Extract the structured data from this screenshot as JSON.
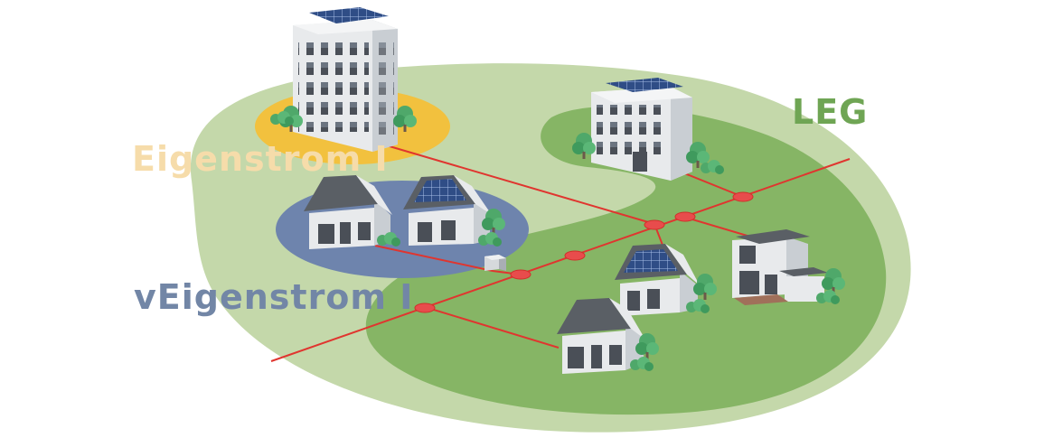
{
  "labels": {
    "eigenstrom": "Eigenstrom I",
    "veigenstrom": "vEigenstrom I",
    "leg": "LEG"
  },
  "colors": {
    "eigenstrom": "#f6dcaa",
    "veigenstrom": "#7286a6",
    "leg": "#6fa554",
    "outer_area": "#c4d8aa",
    "inner_area": "#86b565",
    "eigenstrom_zone": "#f2c13e",
    "veigenstrom_zone": "#6e84ad",
    "grid_line": "#e0352f",
    "grid_node": "#e84c4c",
    "roof": "#5a5f65",
    "wall": "#e8eaec",
    "solar": "#2f4d86",
    "tree": "#4fa86a"
  },
  "icons": [
    "apartment-building-icon",
    "office-building-icon",
    "house-icon",
    "solar-house-icon",
    "modern-house-icon",
    "tree-icon",
    "battery-icon"
  ]
}
